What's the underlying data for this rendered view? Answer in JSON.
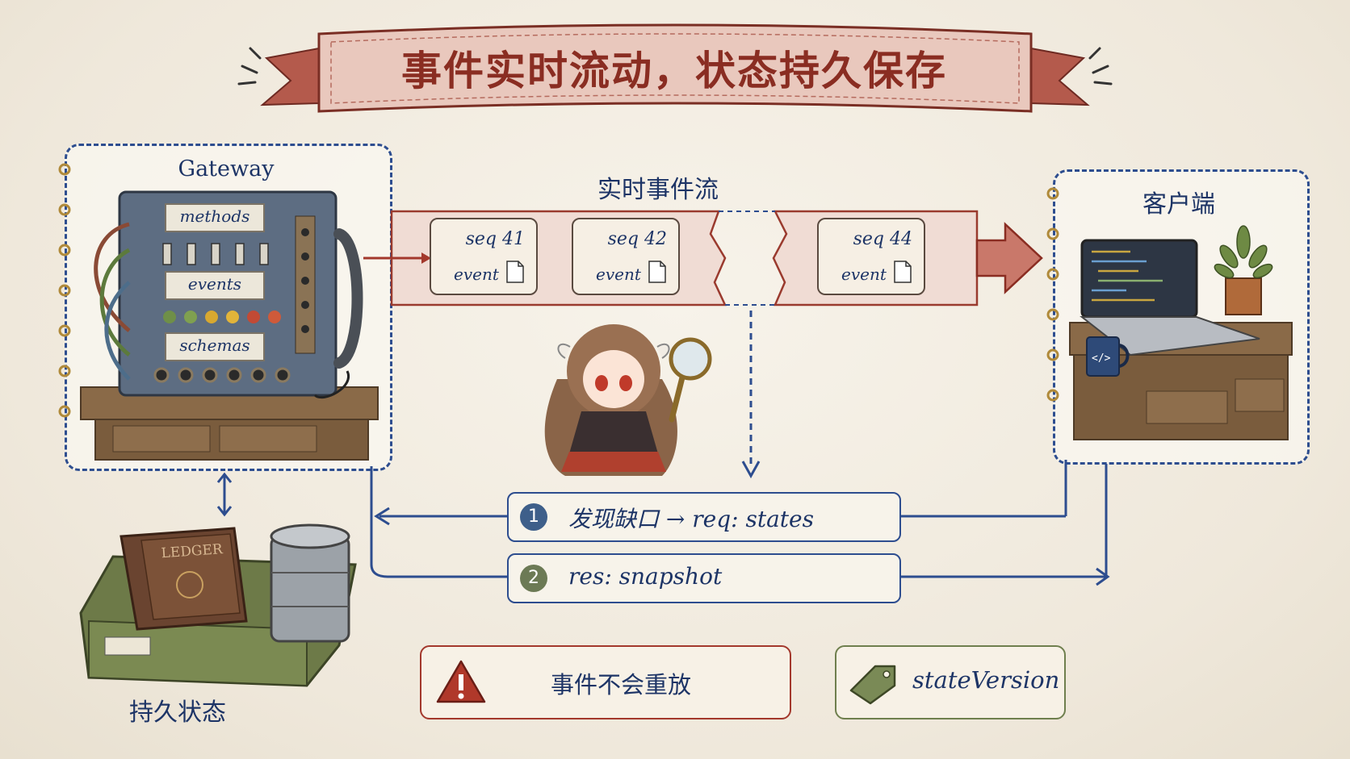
{
  "title": "事件实时流动，状态持久保存",
  "gateway": {
    "label": "Gateway",
    "plates": [
      "methods",
      "events",
      "schemas"
    ]
  },
  "stream": {
    "label": "实时事件流",
    "events": [
      {
        "seq": "seq 41",
        "type": "event"
      },
      {
        "seq": "seq 42",
        "type": "event"
      },
      {
        "seq": "seq 44",
        "type": "event"
      }
    ]
  },
  "client": {
    "label": "客户端"
  },
  "steps": [
    {
      "num": "1",
      "text": "发现缺口 → req: states",
      "color": "#3e5f8a"
    },
    {
      "num": "2",
      "text": "res: snapshot",
      "color": "#6c7a55"
    }
  ],
  "storage": {
    "label": "持久状态",
    "book_label": "LEDGER"
  },
  "notes": [
    {
      "text": "事件不会重放",
      "icon": "warning-icon",
      "color": "#a3382c"
    },
    {
      "text": "stateVersion",
      "icon": "tag-icon",
      "color": "#6f7f4e"
    }
  ],
  "colors": {
    "ink_blue": "#2d4d8f",
    "ribbon_red": "#a8483b",
    "paper": "#f3eee4"
  }
}
